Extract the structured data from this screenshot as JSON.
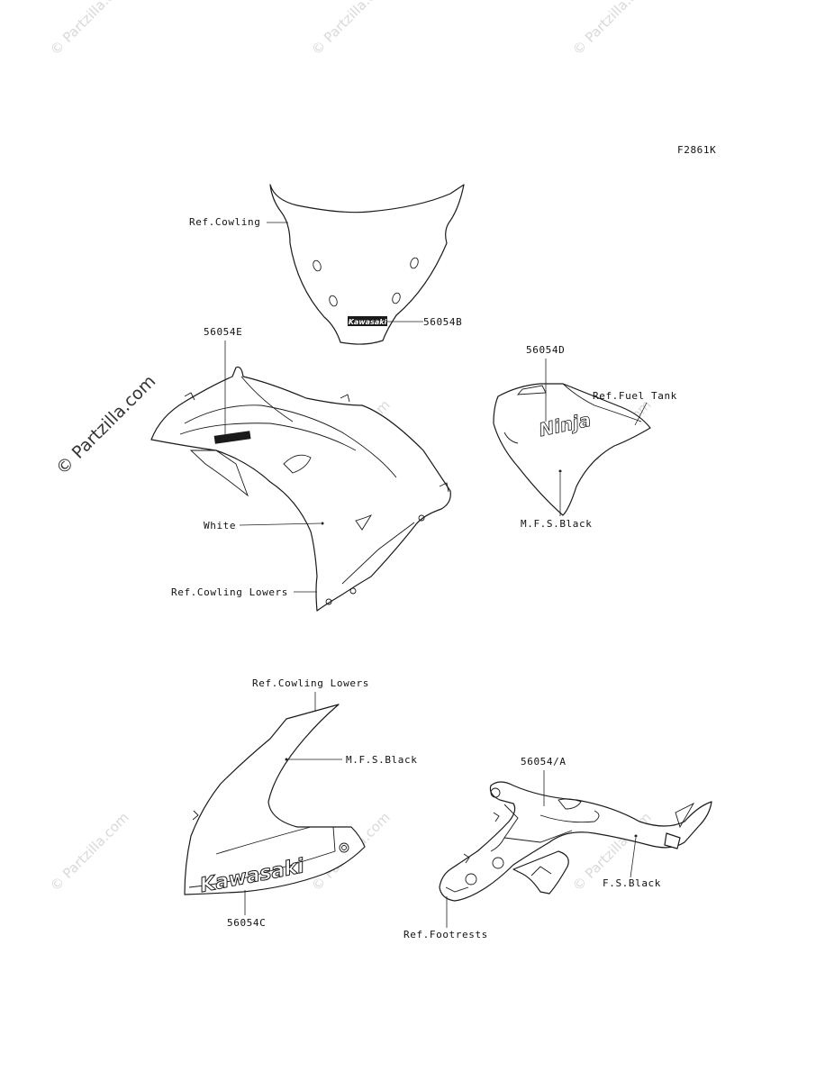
{
  "figure_code": "F2861K",
  "watermark": {
    "text": "© Partzilla.com",
    "side_text": "© Partzilla.com"
  },
  "decals": {
    "windshield_logo": "Kawasaki",
    "tank_logo": "Ninja",
    "lower_logo": "Kawasaki"
  },
  "labels": {
    "ref_cowling": "Ref.Cowling",
    "p56054b": "56054B",
    "p56054e": "56054E",
    "white": "White",
    "ref_cowling_lowers_1": "Ref.Cowling Lowers",
    "p56054d": "56054D",
    "ref_fuel_tank": "Ref.Fuel Tank",
    "mfs_black_1": "M.F.S.Black",
    "ref_cowling_lowers_2": "Ref.Cowling Lowers",
    "mfs_black_2": "M.F.S.Black",
    "p56054c": "56054C",
    "p56054a": "56054/A",
    "fs_black": "F.S.Black",
    "ref_footrests": "Ref.Footrests"
  },
  "colors": {
    "line": "#1a1a1a",
    "watermark": "#d9d9d9"
  }
}
